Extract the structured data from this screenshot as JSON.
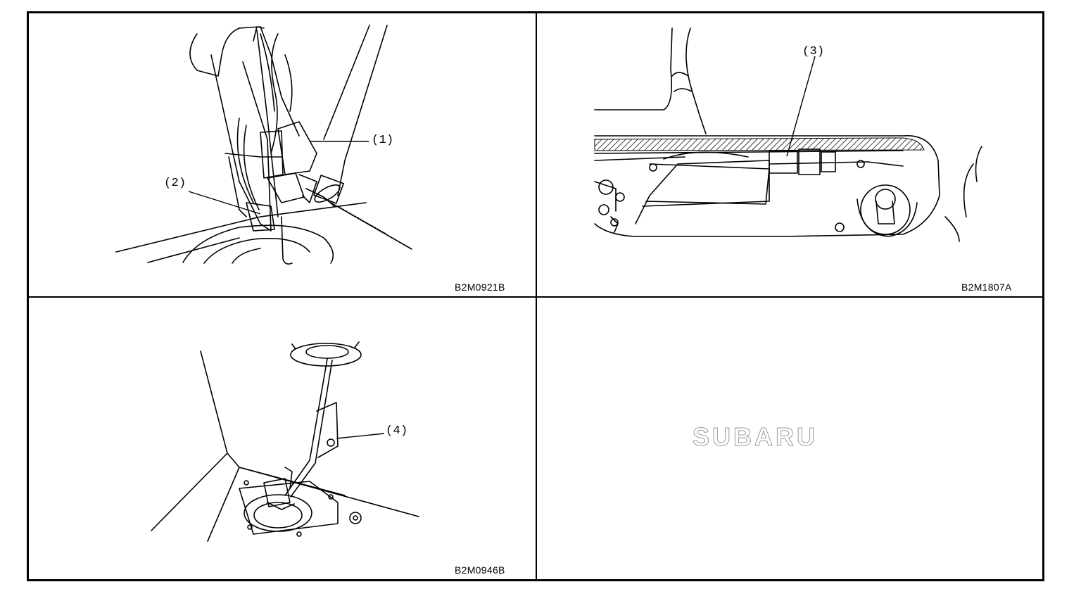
{
  "panels": [
    {
      "id": "top-left",
      "code": "B2M0921B",
      "callouts": [
        "(1)",
        "(2)"
      ]
    },
    {
      "id": "top-right",
      "code": "B2M1807A",
      "callouts": [
        "(3)"
      ]
    },
    {
      "id": "bottom-left",
      "code": "B2M0946B",
      "callouts": [
        "(4)"
      ]
    },
    {
      "id": "bottom-right",
      "logo_text": "SUBARU"
    }
  ]
}
